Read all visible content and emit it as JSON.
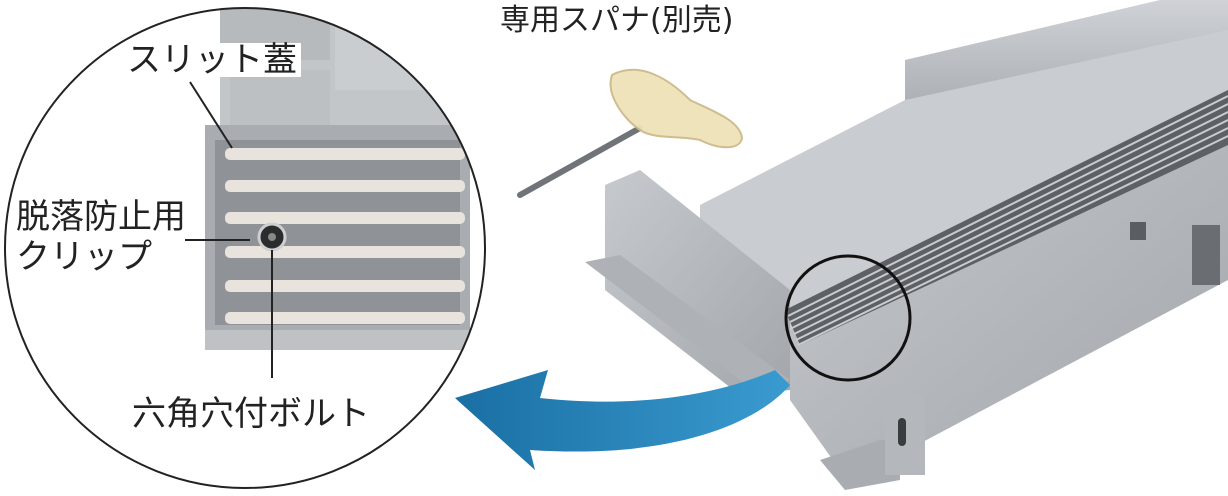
{
  "labels": {
    "spanner": "専用スパナ(別売)",
    "slit_lid": "スリット蓋",
    "clip_line1": "脱落防止用",
    "clip_line2": "クリップ",
    "bolt": "六角穴付ボルト"
  },
  "colors": {
    "arrow": "#1f7fb3",
    "steel": "#b9bcc1",
    "steel_dark": "#8e9297",
    "grate": "#5d6166",
    "handle": "#efe2b8"
  },
  "icons": [
    "spanner-icon",
    "curved-arrow-icon"
  ]
}
